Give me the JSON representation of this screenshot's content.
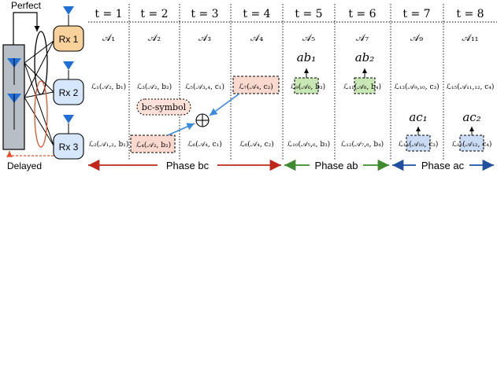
{
  "channel_labels": {
    "perfect": "Perfect",
    "delayed": "Delayed"
  },
  "receivers": [
    {
      "label": "Rx 1",
      "color": "#f9d29b"
    },
    {
      "label": "Rx 2",
      "color": "#d6e6fb"
    },
    {
      "label": "Rx 3",
      "color": "#d6e6fb"
    }
  ],
  "time_slots": [
    "t = 1",
    "t = 2",
    "t = 3",
    "t = 4",
    "t = 5",
    "t = 6",
    "t = 7",
    "t = 8"
  ],
  "transmitted_symbols": [
    "𝒜₁",
    "𝒜₂",
    "𝒜₃",
    "𝒜₄",
    "𝒜₅",
    "𝒜₇",
    "𝒜₉",
    "𝒜₁₁"
  ],
  "rx2_row": [
    "ℒ₁(𝒜₂, b₁)",
    "ℒ₃(𝒜₂, b₂)",
    "ℒ₅(𝒜₃,₄, c₁)",
    "ℒ₇(𝒜₄, c₂)",
    "ℒ₉(𝒜₆, b₃)",
    "ℒ₁₁(𝒜₈, b₄)",
    "ℒ₁₃(𝒜₉,₁₀, c₃)",
    "ℒ₁₅(𝒜₁₁,₁₂, c₄)"
  ],
  "rx3_row": [
    "ℒ₂(𝒜₁,₂, b₁)",
    "ℒ₄(𝒜₂, b₂)",
    "ℒ₆(𝒜₄, c₁)",
    "ℒ₈(𝒜₄, c₂)",
    "ℒ₁₀(𝒜₅,₆, b₃)",
    "ℒ₁₂(𝒜₇,₈, b₄)",
    "ℒ₁₄(𝒜₁₀, c₃)",
    "ℒ₁₆(𝒜₁₂, c₄)"
  ],
  "decoded": {
    "ab1": "ab₁",
    "ab2": "ab₂",
    "ac1": "ac₁",
    "ac2": "ac₂"
  },
  "bc_symbol_label": "bc-symbol",
  "phases": [
    {
      "label": "Phase bc",
      "color": "#c0281c"
    },
    {
      "label": "Phase ab",
      "color": "#3f8a2e"
    },
    {
      "label": "Phase ac",
      "color": "#1f4f9e"
    }
  ],
  "colors": {
    "transmitter": "#b8bec6",
    "antenna": "#1f6fd6",
    "highlight_red": "#fbd9cf",
    "highlight_green": "#c9e7b4",
    "highlight_blue": "#c9dcf3",
    "bc_bubble": "#fde1d9",
    "arrow_blue": "#3a8be0",
    "delayed": "#e8502a"
  }
}
